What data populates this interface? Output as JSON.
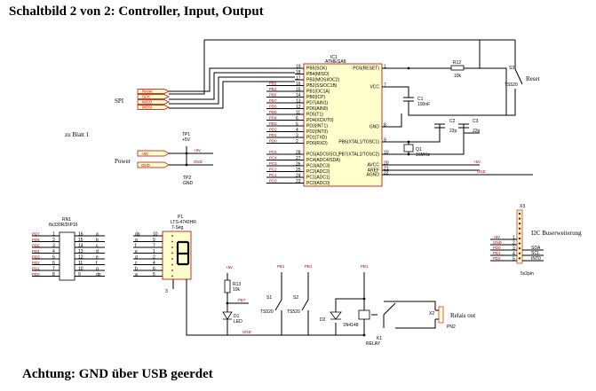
{
  "title": "Schaltbild 2 von 2: Controller, Input, Output",
  "note": "Achtung:  GND über USB geerdet",
  "mcu": {
    "ref": "IC1",
    "part": "ATMEGA8",
    "left_pins": [
      "PB5(SCK)",
      "PB4(MISO)",
      "PB3(MOSI/OC2)",
      "PB2(SS/OC1B)",
      "PB1(OC1A)",
      "PB0(ICP)",
      "PD7(AIN1)",
      "PD6(AIN0)",
      "PD5(T1)",
      "PD4(XCK/T0)",
      "PD3(INT1)",
      "PD2(INT0)",
      "PD1(TXD)",
      "PD0(RXD)",
      "PC5(ADC5/SCL)",
      "PC4(ADC4/SDA)",
      "PC3(ADC3)",
      "PC2(ADC2)",
      "PC1(ADC1)",
      "PC0(ADC0)"
    ],
    "left_nums": [
      "19",
      "18",
      "17",
      "16",
      "15",
      "14",
      "13",
      "12",
      "11",
      "6",
      "5",
      "4",
      "3",
      "2",
      "28",
      "27",
      "26",
      "25",
      "24",
      "23"
    ],
    "left_nets": [
      "",
      "",
      "",
      "PB2",
      "PB1",
      "PB0",
      "PD7",
      "PD6",
      "PD5",
      "PD4",
      "PD3",
      "PD2",
      "PD1",
      "PD0",
      "PC5",
      "PC4",
      "PC3",
      "PC2",
      "PC1",
      "PC0"
    ],
    "right_pins": [
      "PC6(RESET)",
      "VCC",
      "GND",
      "PB6(XTAL1/TOSC1)",
      "PB7(XTAL2/TOSC2)",
      "AVCC",
      "AREF",
      "AGND"
    ],
    "right_nums": [
      "1",
      "7",
      "8",
      "9",
      "10",
      "20",
      "21",
      "22"
    ]
  },
  "spi": {
    "label": "SPI",
    "signals": [
      "Reset",
      "SCK",
      "MISO",
      "MOSI"
    ]
  },
  "power": {
    "label": "Power",
    "tags": [
      "+5V",
      "GND"
    ],
    "tp1": "TP1",
    "tp2": "TP2",
    "tp_vcc": "+5V",
    "tp_gnd": "GND"
  },
  "zu_blatt": "zu Blatt 1",
  "reset": {
    "r_ref": "R12",
    "r_val": "10k",
    "s_ref": "S3",
    "s_part": "TS520",
    "label": "Reset"
  },
  "caps": {
    "c1_ref": "C1",
    "c1_val": "100nF",
    "c2_ref": "C2",
    "c2_val": "22p",
    "c3_ref": "C3",
    "c3_val": "22p",
    "q_ref": "Q1",
    "q_val": "16MHz"
  },
  "mcu_nets": {
    "vcc": "+5V",
    "gnd": "GND"
  },
  "rn": {
    "ref": "RN1",
    "part": "8x330R/DIP16",
    "nets": [
      "PD7",
      "PD6",
      "PD5",
      "PD4",
      "PD3",
      "PD2",
      "PD1",
      "PD0"
    ]
  },
  "disp": {
    "ref": "P1",
    "part": "LTS-4740HR",
    "pkg": "7-Seg",
    "segs": [
      "dp",
      "g",
      "f",
      "e",
      "d",
      "c",
      "b",
      "a"
    ],
    "pins": [
      "10",
      "9",
      "7",
      "1",
      "2",
      "4",
      "6",
      "5"
    ],
    "com": "3"
  },
  "led": {
    "r_ref": "R13",
    "r_val": "10k",
    "d_ref": "D1",
    "d_part": "LED",
    "vcc": "+5V",
    "net": "PB7",
    "gnd": "GND"
  },
  "buttons": {
    "net1": "PB1",
    "net2": "PB1",
    "s1_ref": "S1",
    "s1_part": "TS520",
    "s2_ref": "S2",
    "s2_part": "TS520"
  },
  "relay": {
    "net": "PB1",
    "d_ref": "D2",
    "d_part": "1N4148",
    "k_ref": "K1",
    "k_part": "RELAY",
    "label": "Relais out",
    "x_ref": "X2",
    "x_part": "PN2"
  },
  "i2c": {
    "label": "I2C Buserweiterung",
    "ref": "X3",
    "part": "5x2pin",
    "left_nets": [
      "+5V",
      "GND",
      "PD0",
      "PD1",
      "PD2"
    ],
    "right_nets": [
      "",
      "",
      "SDA",
      "SCL",
      "INT0"
    ],
    "nums": [
      "1",
      "2",
      "3",
      "4",
      "5"
    ]
  }
}
